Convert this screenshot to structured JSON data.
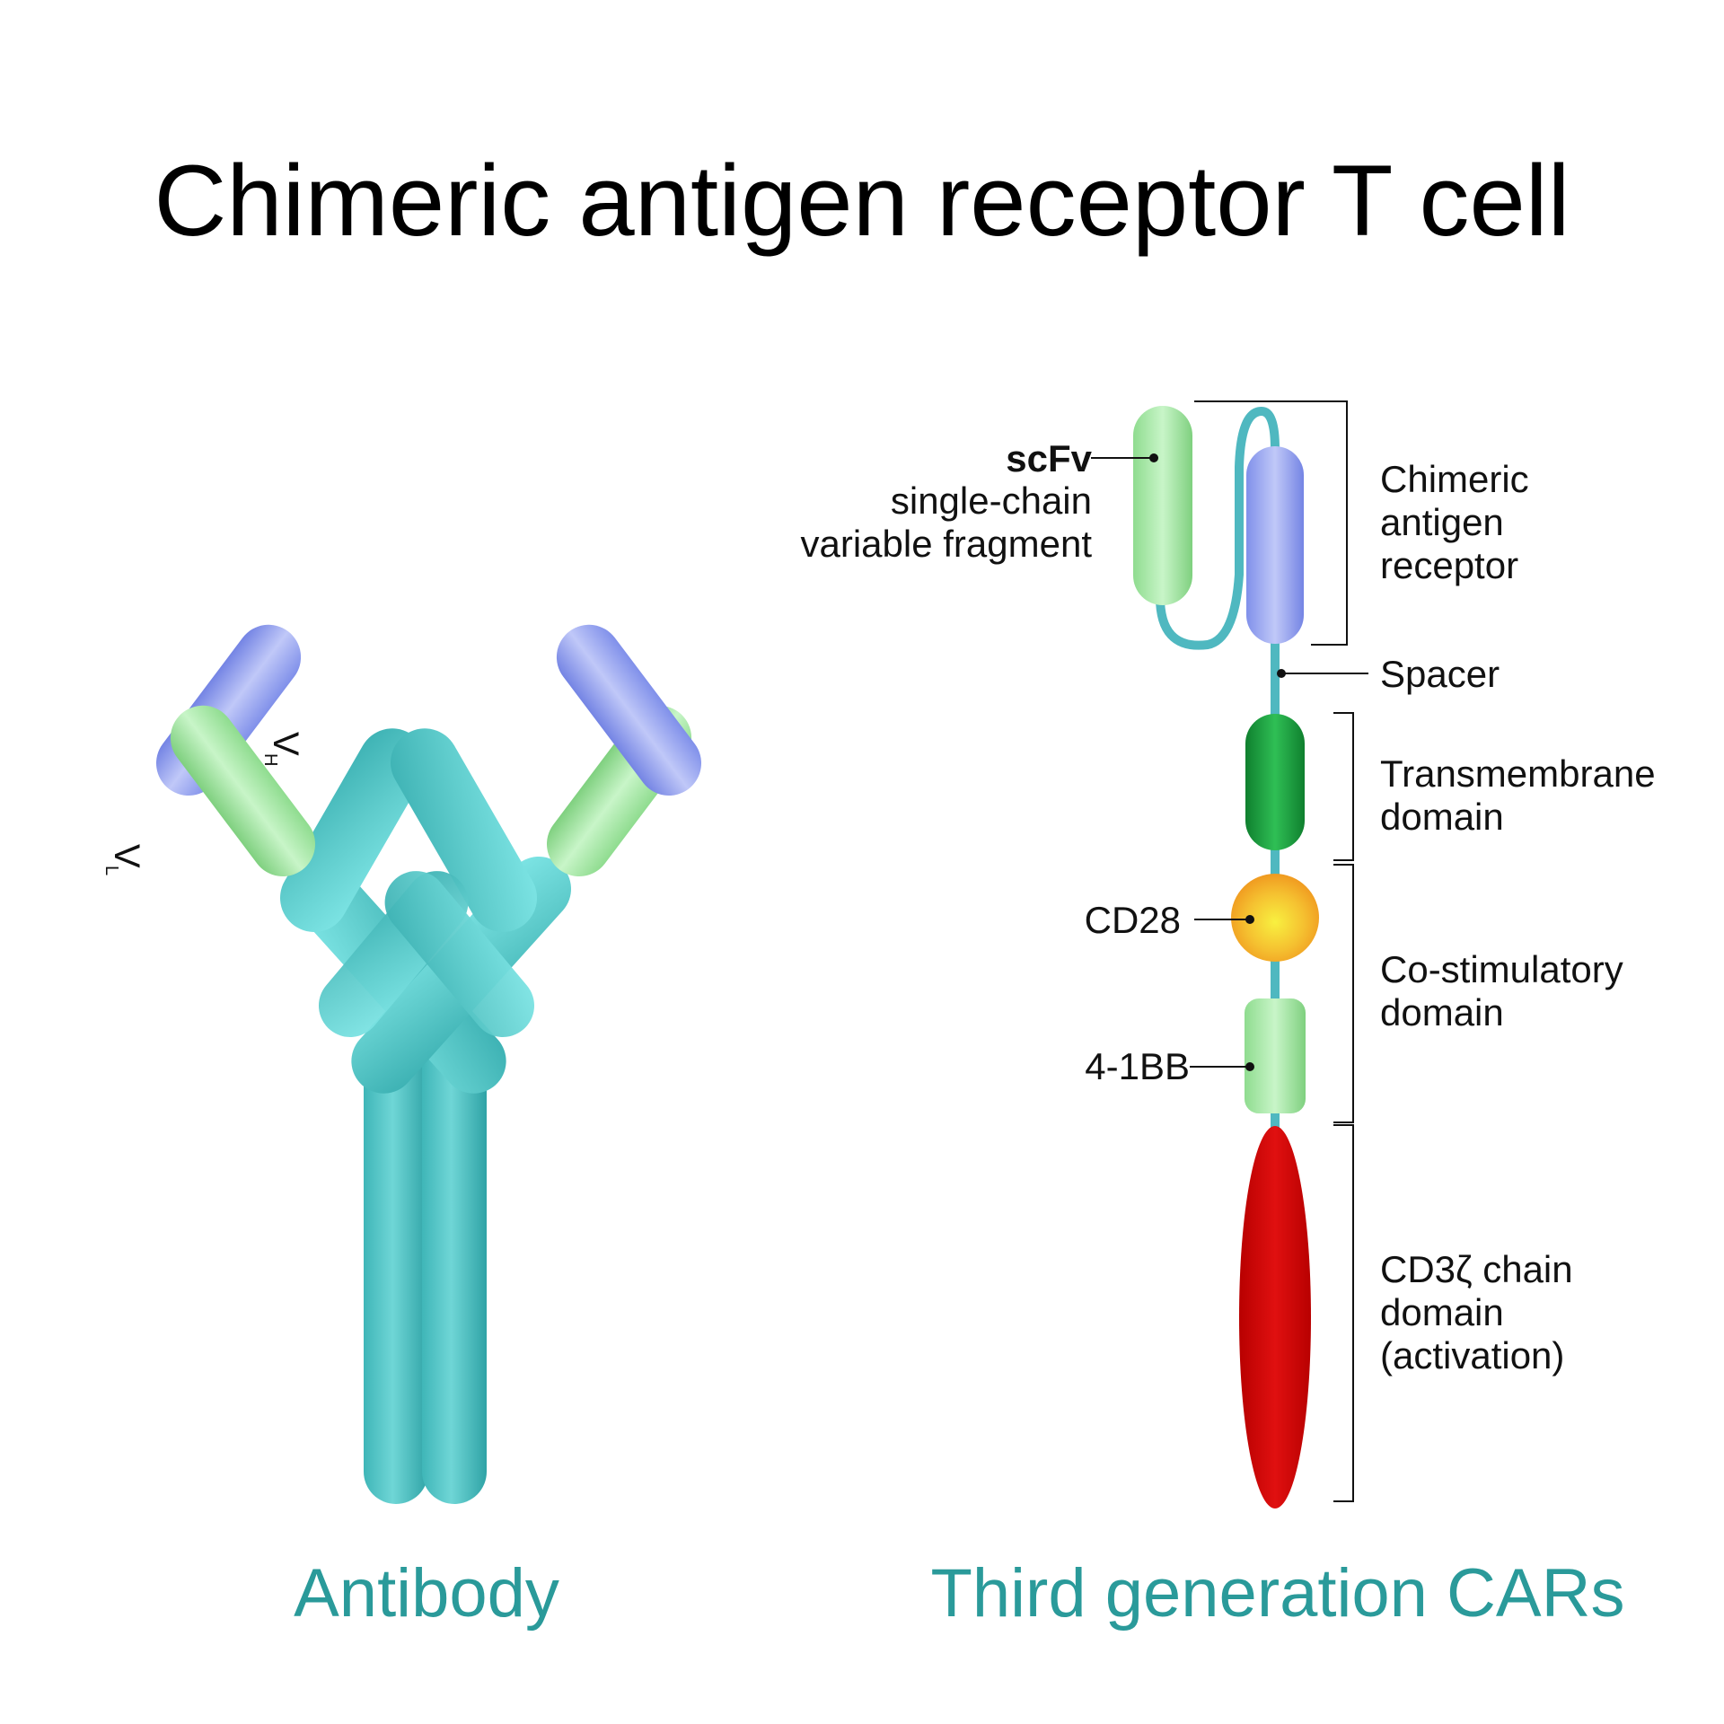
{
  "title": "Chimeric antigen receptor T cell",
  "antibody": {
    "caption": "Antibody",
    "vh_label": "V",
    "vh_sub": "H",
    "vl_label": "V",
    "vl_sub": "L"
  },
  "car": {
    "caption": "Third generation CARs",
    "scfv_label": "scFv",
    "scfv_desc_1": "single-chain",
    "scfv_desc_2": "variable fragment",
    "cd28_label": "CD28",
    "bb_label": "4-1BB",
    "regions": {
      "chimeric_1": "Chimeric",
      "chimeric_2": "antigen",
      "chimeric_3": "receptor",
      "spacer": "Spacer",
      "transmembrane_1": "Transmembrane",
      "transmembrane_2": "domain",
      "costim_1": "Co-stimulatory",
      "costim_2": "domain",
      "cd3_1": "CD3ζ chain",
      "cd3_2": "domain",
      "cd3_3": "(activation)"
    }
  },
  "colors": {
    "teal": "#4fc4c4",
    "teal_dark": "#2fa3a6",
    "green_light": "#a6e8a6",
    "blue_light": "#9aa8f0",
    "green_dark": "#1a9a3c",
    "orange": "#f5a623",
    "yellow": "#f5ea3a",
    "red": "#d40000",
    "caption": "#2a9a9a"
  }
}
